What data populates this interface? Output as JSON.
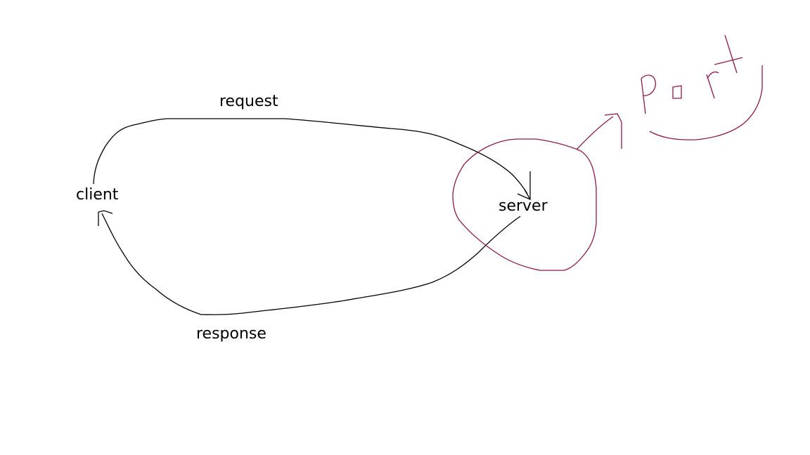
{
  "labels": {
    "request": "request",
    "client": "client",
    "server": "server",
    "response": "response"
  },
  "annotation": {
    "handwritten_text": "port"
  },
  "colors": {
    "background": "#ffffff",
    "flow_ink": "#000000",
    "highlight_ink": "#8b1a4a"
  }
}
